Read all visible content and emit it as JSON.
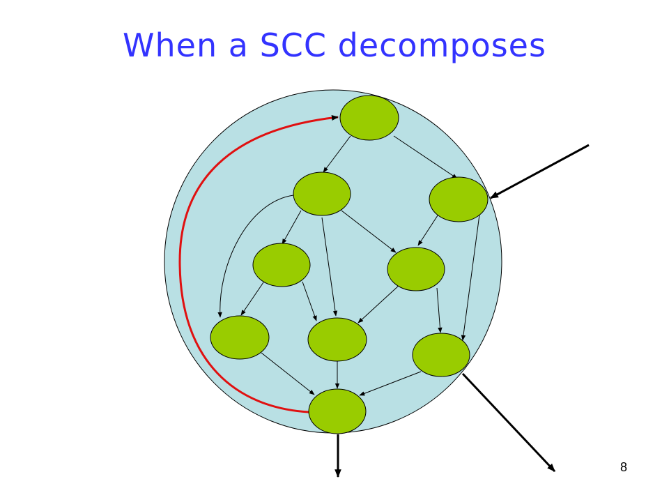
{
  "slide": {
    "title": "When a SCC decomposes",
    "number": "8"
  },
  "colors": {
    "title": "#3333ff",
    "scc_fill": "#b9e0e4",
    "node_fill": "#99cc00",
    "edge": "#000000",
    "highlight_edge": "#e01010"
  },
  "diagram": {
    "nodes": [
      "top",
      "mid-left",
      "mid-right",
      "center-left",
      "center-right",
      "lower-left",
      "lower-middle",
      "lower-right",
      "bottom"
    ],
    "edges": [
      {
        "from": "top",
        "to": "mid-left"
      },
      {
        "from": "top",
        "to": "mid-right"
      },
      {
        "from": "mid-left",
        "to": "center-left"
      },
      {
        "from": "mid-left",
        "to": "lower-middle"
      },
      {
        "from": "mid-left",
        "to": "center-right"
      },
      {
        "from": "mid-left",
        "to": "lower-left"
      },
      {
        "from": "mid-right",
        "to": "center-right"
      },
      {
        "from": "mid-right",
        "to": "lower-right"
      },
      {
        "from": "center-left",
        "to": "lower-left"
      },
      {
        "from": "center-left",
        "to": "lower-middle"
      },
      {
        "from": "center-right",
        "to": "lower-middle"
      },
      {
        "from": "center-right",
        "to": "lower-right"
      },
      {
        "from": "lower-left",
        "to": "bottom"
      },
      {
        "from": "lower-middle",
        "to": "bottom"
      },
      {
        "from": "lower-right",
        "to": "bottom"
      }
    ],
    "removed_edge": {
      "from": "bottom",
      "to": "top"
    },
    "external_edges": [
      {
        "from": "outside",
        "to": "mid-right"
      },
      {
        "from": "bottom",
        "to": "outside"
      },
      {
        "from": "lower-right",
        "to": "outside"
      }
    ]
  }
}
